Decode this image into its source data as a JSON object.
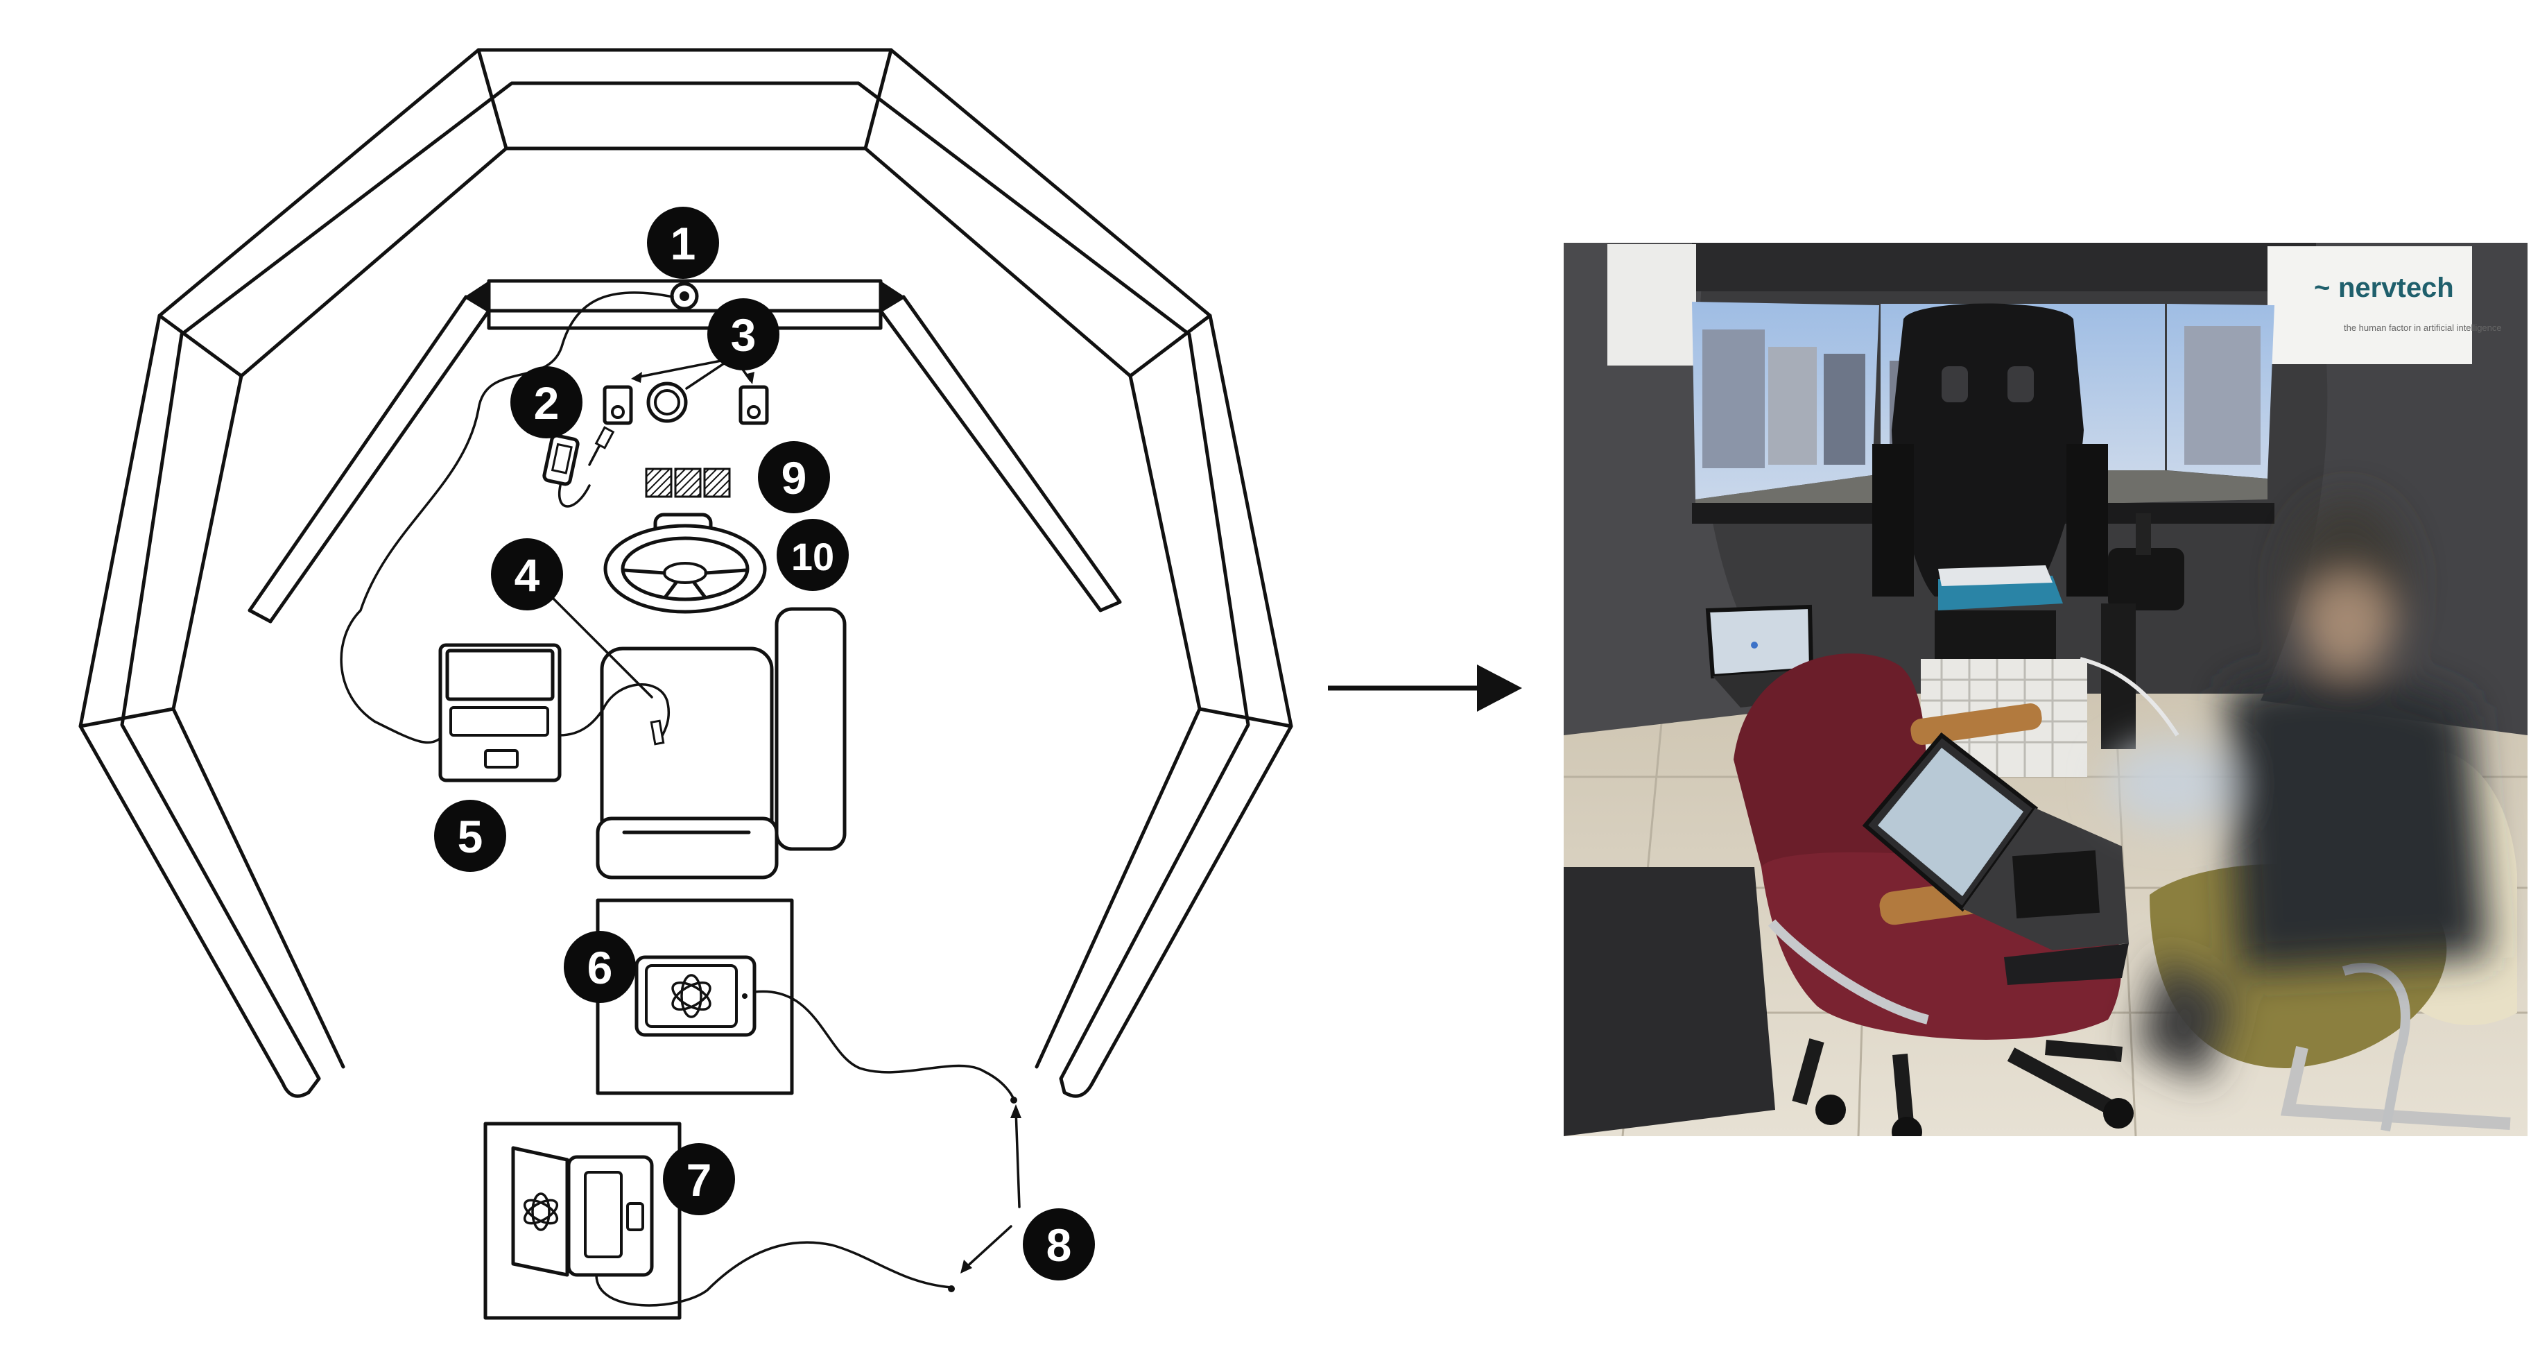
{
  "diagram": {
    "numbered_callouts": [
      {
        "id": 1,
        "label": "1"
      },
      {
        "id": 2,
        "label": "2"
      },
      {
        "id": 3,
        "label": "3"
      },
      {
        "id": 4,
        "label": "4"
      },
      {
        "id": 5,
        "label": "5"
      },
      {
        "id": 6,
        "label": "6"
      },
      {
        "id": 7,
        "label": "7"
      },
      {
        "id": 8,
        "label": "8"
      },
      {
        "id": 9,
        "label": "9"
      },
      {
        "id": 10,
        "label": "10"
      }
    ],
    "icons": [
      "openai-logo-icon",
      "steering-wheel-icon",
      "speaker-icon",
      "camera-icon",
      "phone-icon",
      "microphone-icon",
      "laptop-icon",
      "tablet-icon",
      "pedal-icon",
      "arrow-right-icon"
    ]
  },
  "photo": {
    "brand_text": "nervtech",
    "brand_tagline": "the human factor in artificial intelligence",
    "accent_colors": {
      "chair_red": "#6b1e2a",
      "simulator_shell": "#3a3a3c",
      "screen_sky": "#8fb0d8",
      "wood_armrest": "#b27a3e",
      "floor_tile": "#ddd6c6"
    }
  }
}
